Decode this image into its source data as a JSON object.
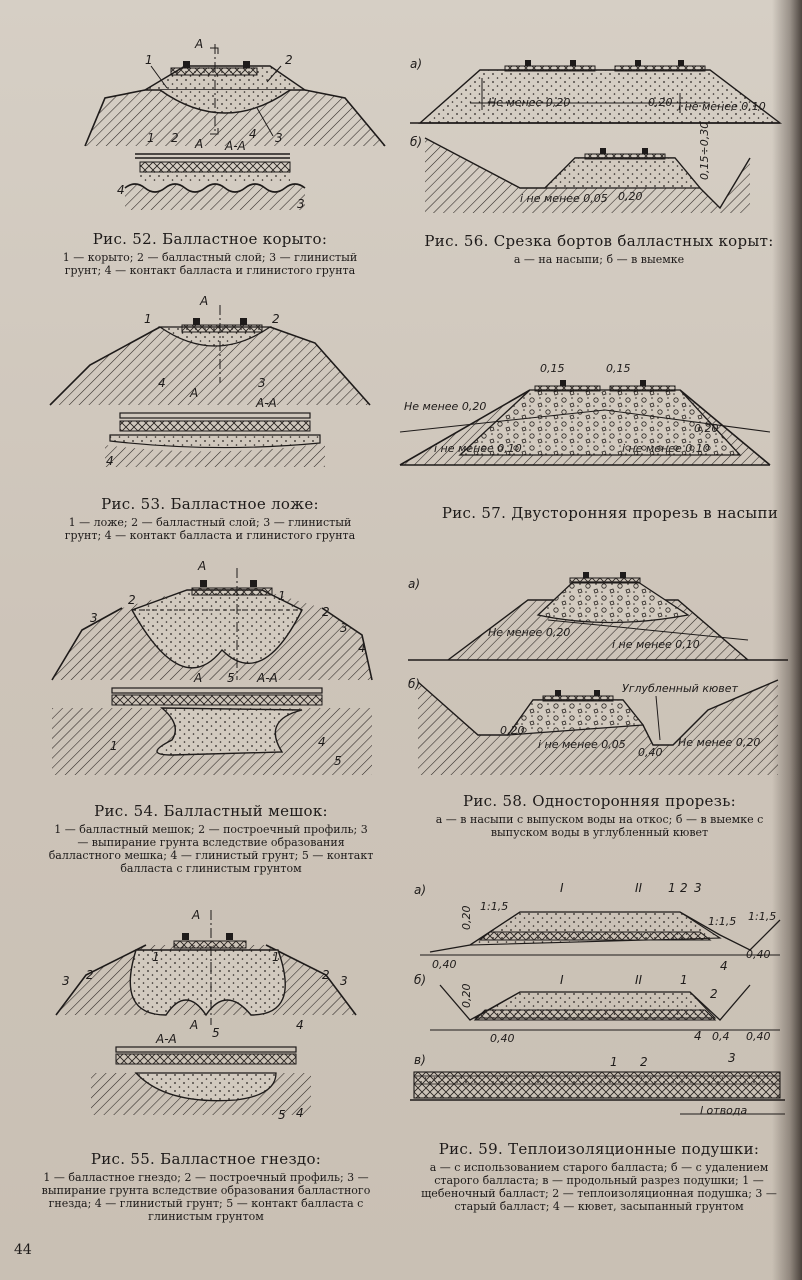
{
  "page_number": "44",
  "fig52": {
    "title": "Рис. 52. Балластное корыто:",
    "text": "1 — корыто; 2 — балластный слой; 3 — глинистый грунт; 4 — контакт балласта и глинистого грунта",
    "labels": {
      "n1": "1",
      "n2": "2",
      "n3": "3",
      "n4": "4",
      "a": "А",
      "aa": "А-А"
    }
  },
  "fig53": {
    "title": "Рис. 53. Балластное ложе:",
    "text": "1 — ложе; 2 — балластный слой; 3 — глинистый грунт; 4 — контакт балласта и глинистого грунта",
    "labels": {
      "n1": "1",
      "n2": "2",
      "n3": "3",
      "n4": "4",
      "a": "А",
      "aa": "А-А"
    }
  },
  "fig54": {
    "title": "Рис. 54. Балластный мешок:",
    "text": "1 — балластный мешок; 2 — построечный профиль; 3 — выпирание грунта вследствие образования балластного мешка; 4 — глинистый грунт; 5 — контакт балласта с глинистым грунтом",
    "labels": {
      "n1": "1",
      "n2": "2",
      "n3": "3",
      "n4": "4",
      "n5": "5",
      "a": "А",
      "aa": "А-А"
    }
  },
  "fig55": {
    "title": "Рис. 55. Балластное гнездо:",
    "text": "1 — балластное гнездо; 2 — построечный профиль; 3 — выпирание грунта вследствие образования балластного гнезда; 4 — глинистый грунт; 5 — контакт балласта с глинистым грунтом",
    "labels": {
      "n1": "1",
      "n2": "2",
      "n3": "3",
      "n4": "4",
      "n5": "5",
      "a": "А",
      "aa": "А-А"
    }
  },
  "fig56": {
    "title": "Рис. 56. Срезка бортов балластных корыт:",
    "text": "а — на насыпи; б — в выемке",
    "labels": {
      "a": "а)",
      "b": "б)",
      "d1": "Не менее 0,20",
      "d2": "0,20",
      "d3": "i не менее 0,10",
      "d4": "0,15÷0,30",
      "d5": "i не менее 0,05",
      "d6": "0,20"
    }
  },
  "fig57": {
    "title": "Рис. 57. Двусторонняя прорезь в насыпи",
    "labels": {
      "d1": "0,15",
      "d2": "0,15",
      "d3": "Не менее 0,20",
      "d4": "i не менее 0,10",
      "d5": "0,20",
      "d6": "i не менее 0,10"
    }
  },
  "fig58": {
    "title": "Рис. 58. Односторонняя прорезь:",
    "text": "а — в насыпи с выпуском воды на откос; б — в выемке с выпуском воды в углубленный кювет",
    "labels": {
      "a": "а)",
      "b": "б)",
      "d1": "Не менее 0,20",
      "d2": "i не менее 0,10",
      "d3": "Углубленный кювет",
      "d4": "0,20",
      "d5": "i не менее 0,05",
      "d6": "0,40",
      "d7": "Не менее 0,20"
    }
  },
  "fig59": {
    "title": "Рис. 59. Теплоизоляционные подушки:",
    "text": "а — с использованием старого балласта; б — с удалением старого балласта; в — продольный разрез подушки; 1 — щебеночный балласт; 2 — теплоизоляционная подушка; 3 — старый балласт; 4 — кювет, засыпанный грунтом",
    "labels": {
      "a": "а)",
      "b": "б)",
      "c": "в)",
      "I": "I",
      "II": "II",
      "n1": "1",
      "n2": "2",
      "n3": "3",
      "n4": "4",
      "s1": "1:1,5",
      "s2": "1:1,5",
      "s3": "1:1,5",
      "d020": "0,20",
      "d040": "0,40",
      "d04": "0,4",
      "lotv": "l отвода"
    }
  }
}
